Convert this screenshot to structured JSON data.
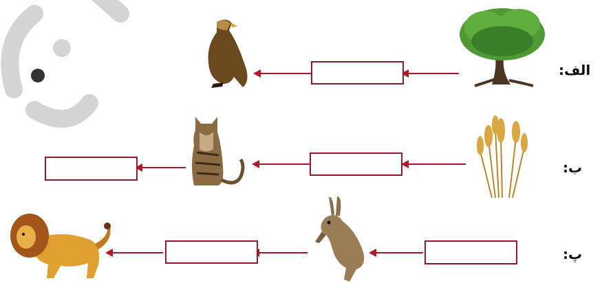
{
  "rows": [
    {
      "label": "الف:",
      "chain": [
        "tree",
        "box",
        "eagle"
      ]
    },
    {
      "label": "ب:",
      "chain": [
        "wheat",
        "box",
        "cat",
        "box"
      ]
    },
    {
      "label": "پ:",
      "chain": [
        "box",
        "rabbit",
        "box",
        "lion"
      ]
    }
  ],
  "icons": {
    "tree": "tree-icon",
    "eagle": "eagle-icon",
    "wheat": "wheat-icon",
    "cat": "cat-icon",
    "rabbit": "rabbit-icon",
    "lion": "lion-icon",
    "watermark": "watermark-logo"
  },
  "colors": {
    "arrow": "#a01a2a",
    "box_border": "#8e1b2b",
    "tree": "#3d8a2e",
    "watermark": "#cfcfcf"
  }
}
